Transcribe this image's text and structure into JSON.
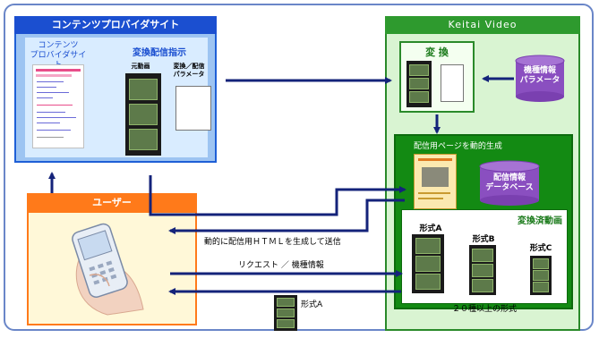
{
  "content_provider": {
    "title": "コンテンツプロバイダサイト",
    "site_label_line1": "コンテンツ",
    "site_label_line2": "プロバイダサイト",
    "instruction_label": "変換配信指示",
    "source_video_label": "元動画",
    "params_line1": "変換／配信",
    "params_line2": "パラメータ"
  },
  "user": {
    "title": "ユーザー"
  },
  "keitai_video": {
    "title": "Keitai Video",
    "convert_label": "変 換",
    "device_db_line1": "機種情報",
    "device_db_line2": "パラメータ",
    "dynamic_page_label": "配信用ページを動的生成",
    "delivery_db_line1": "配信情報",
    "delivery_db_line2": "データベース",
    "converted_label": "変換済動画",
    "format_a": "形式A",
    "format_b": "形式B",
    "format_c": "形式C",
    "formats_count": "２０種以上の形式"
  },
  "flows": {
    "generate_html": "動的に配信用ＨＴＭＬを生成して送信",
    "request": "リクエスト ／ 機種情報",
    "delivered_format": "形式A"
  },
  "colors": {
    "provider_blue": "#1b4fd0",
    "user_orange": "#ff7a1a",
    "keitai_green": "#2e9a2e",
    "arrow_navy": "#14237a"
  }
}
